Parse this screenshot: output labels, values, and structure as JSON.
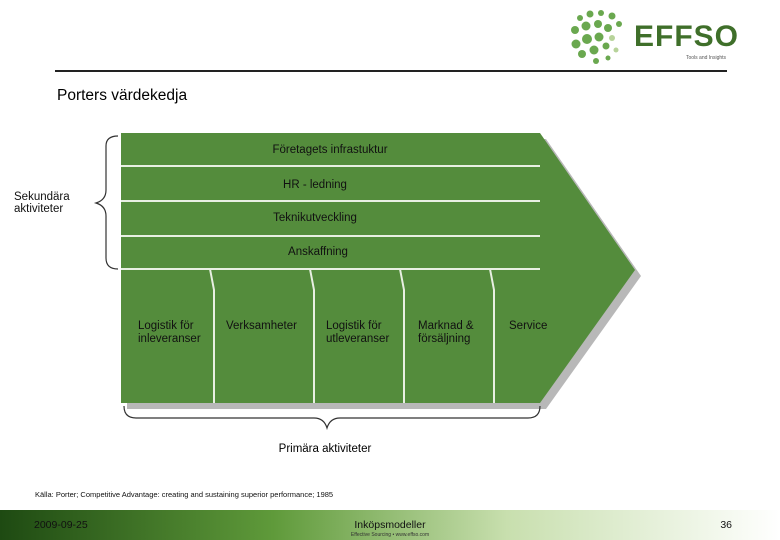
{
  "header": {
    "logo_text": "EFFSO",
    "logo_tagline": "Tools and Insights",
    "title": "Porters värdekedja"
  },
  "diagram": {
    "support_activities": [
      "Företagets infrastuktur",
      "HR - ledning",
      "Teknikutveckling",
      "Anskaffning"
    ],
    "primary_activities": [
      "Logistik för\ninleveranser",
      "Verksamheter",
      "Logistik för\nutleveranser",
      "Marknad &\nförsäljning",
      "Service"
    ],
    "secondary_label": "Sekundära\naktiviteter",
    "primary_label": "Primära aktiviteter",
    "colors": {
      "fill": "#548c3c",
      "lines": "#e8efe2",
      "shadow": "#b8b8b8",
      "brace": "#333333"
    }
  },
  "source": "Källa: Porter; Competitive Advantage: creating and sustaining superior performance; 1985",
  "footer": {
    "date": "2009-09-25",
    "center": "Inköpsmodeller",
    "sub": "Effective Sourcing • www.effso.com",
    "page": "36"
  }
}
